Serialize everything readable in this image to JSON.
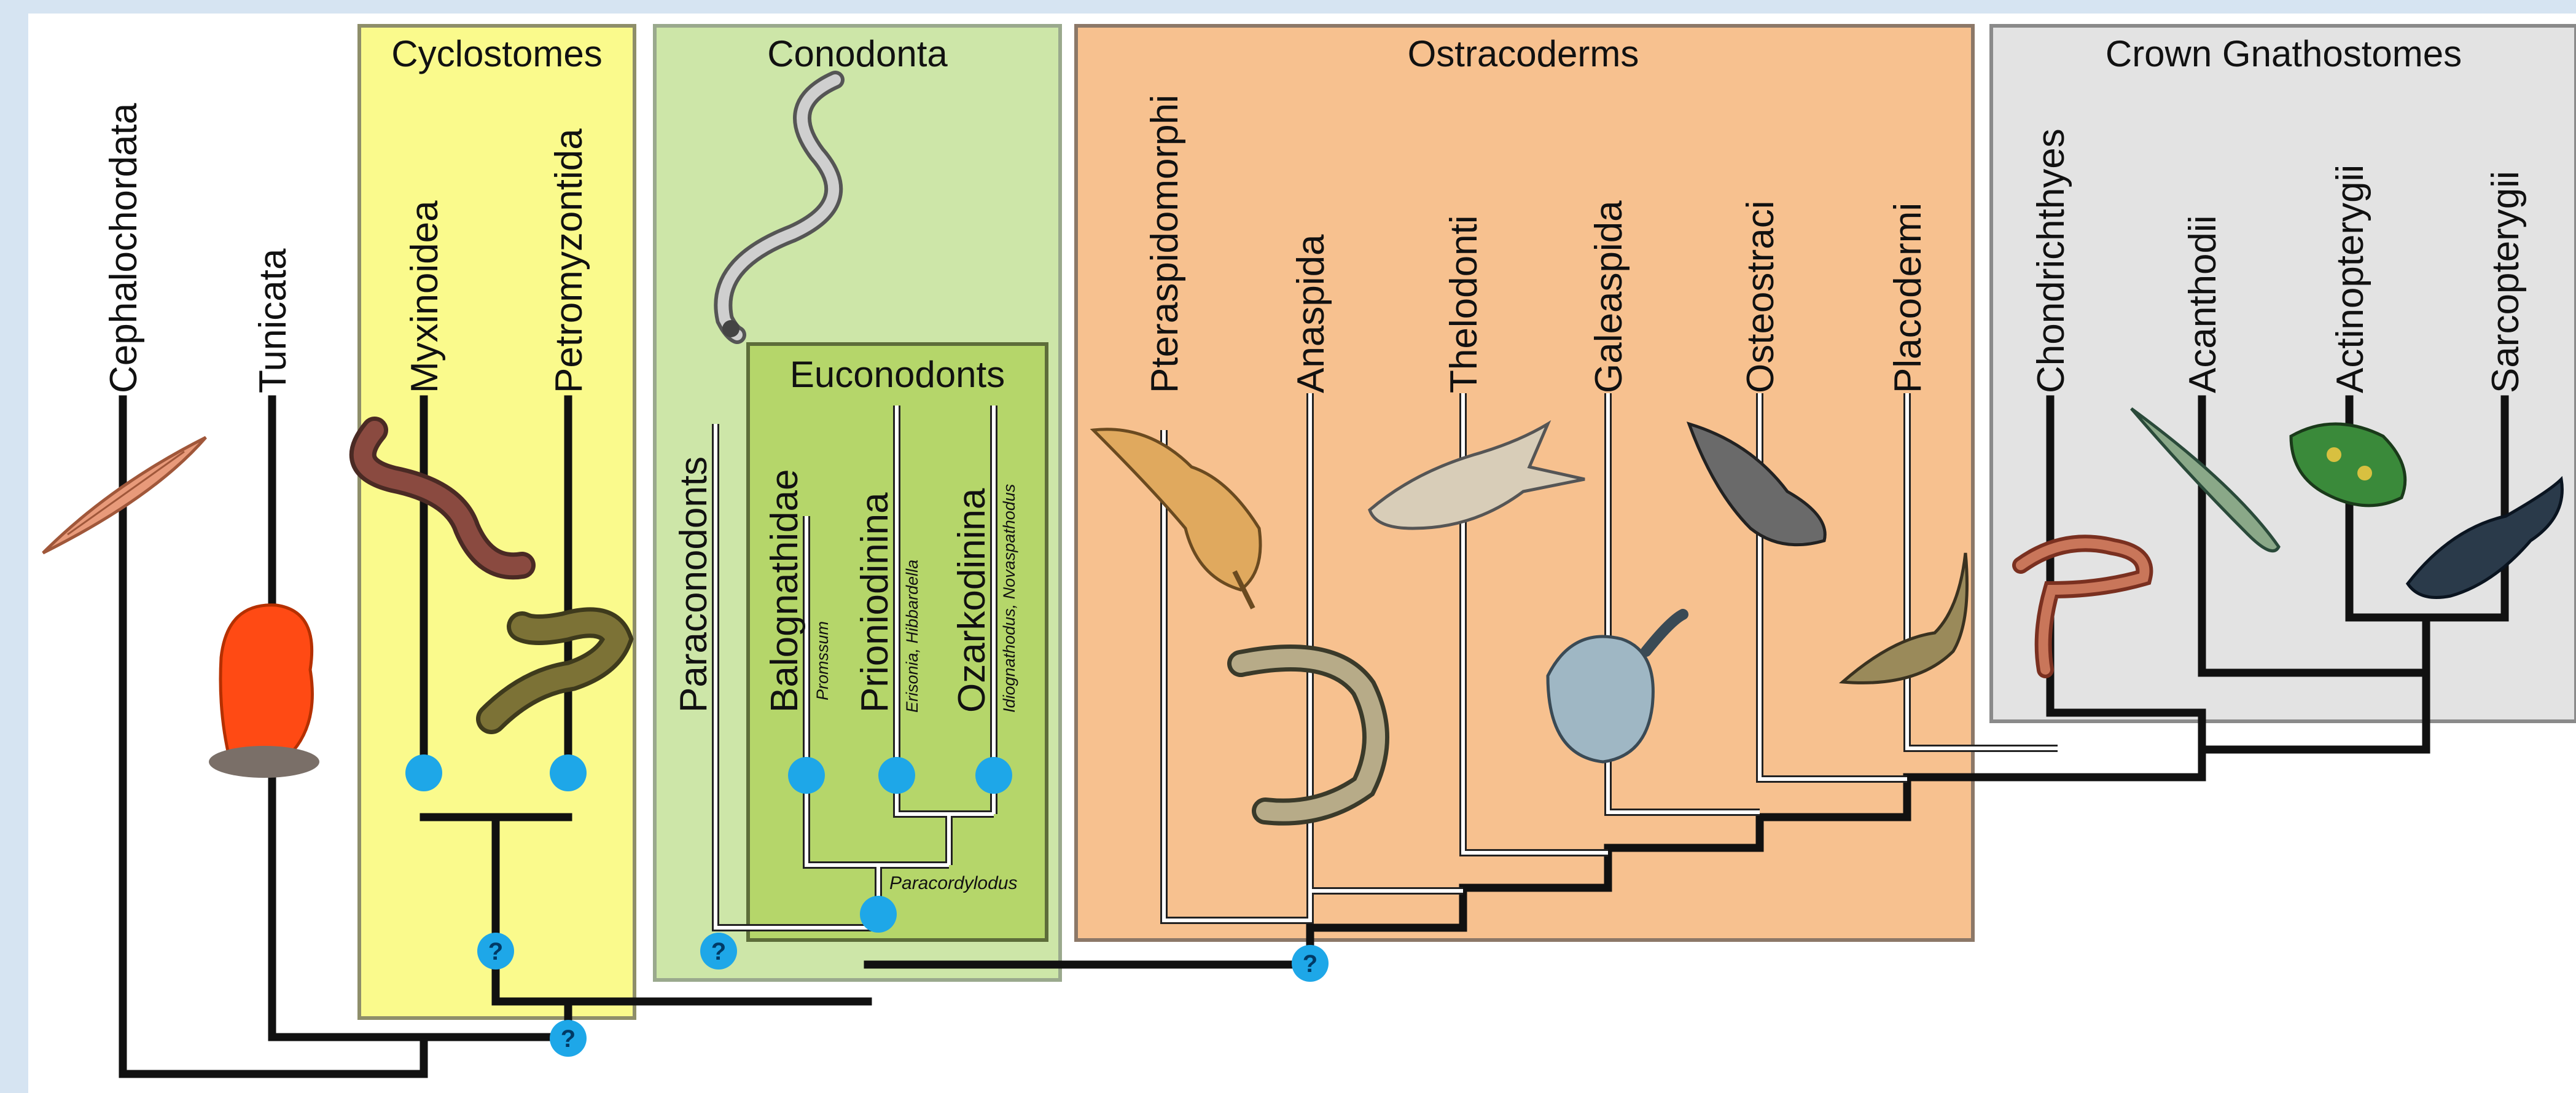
{
  "groups": {
    "cyclostomes": "Cyclostomes",
    "conodonta": "Conodonta",
    "euconodonts": "Euconodonts",
    "ostracoderms": "Ostracoderms",
    "crown_gnathostomes": "Crown Gnathostomes"
  },
  "taxa": {
    "cephalochordata": "Cephalochordata",
    "tunicata": "Tunicata",
    "myxinoidea": "Myxinoidea",
    "petromyzontida": "Petromyzontida",
    "paraconodonts": "Paraconodonts",
    "balognathidae": "Balognathidae",
    "balognathidae_note": "Promssum",
    "prioniodinina": "Prioniodinina",
    "prioniodinina_note": "Erisonia, Hibbardella",
    "ozarkodinina": "Ozarkodinina",
    "ozarkodinina_note": "Idiognathodus, Novaspathodus",
    "pteraspidomorphi": "Pteraspidomorphi",
    "anaspida": "Anaspida",
    "thelodonti": "Thelodonti",
    "galeaspida": "Galeaspida",
    "osteostraci": "Osteostraci",
    "placodermi": "Placodermi",
    "chondrichthyes": "Chondrichthyes",
    "acanthodii": "Acanthodii",
    "actinopterygii": "Actinopterygii",
    "sarcopterygii": "Sarcopterygii"
  },
  "annotations": {
    "paracordylodus": "Paracordylodus",
    "uncertain_mark": "?"
  },
  "colors": {
    "background": "#d6e4f2",
    "cyclostomes_box": "#fafa8c",
    "conodonta_box": "#cde6a8",
    "euconodonts_box": "#b5d66a",
    "ostracoderms_box": "#f7c18f",
    "crown_gnathostomes_box": "#e3e3e3",
    "node_marker": "#1ea7e8"
  },
  "icons": [
    "lancelet-illustration",
    "sea-squirt-illustration",
    "hagfish-illustration",
    "lamprey-illustration",
    "conodont-illustration",
    "pteraspid-illustration",
    "anaspid-illustration",
    "thelodont-illustration",
    "galeaspid-illustration",
    "osteostracan-illustration",
    "placoderm-illustration",
    "shark-illustration",
    "acanthodian-illustration",
    "ray-finned-fish-illustration",
    "coelacanth-illustration"
  ]
}
